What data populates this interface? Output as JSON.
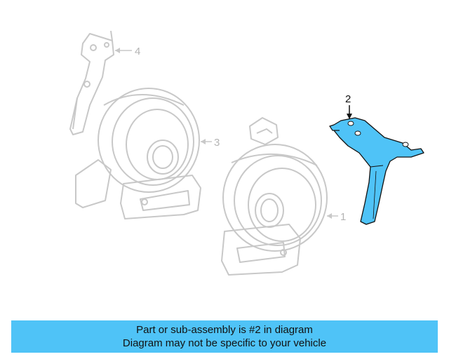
{
  "diagram": {
    "callouts": {
      "part1": "1",
      "part2": "2",
      "part3": "3",
      "part4": "4"
    },
    "highlight_color": "#4fc3f7",
    "faded_color": "#c8c8c8"
  },
  "footer": {
    "line1": "Part or sub-assembly is #2 in diagram",
    "line2": "Diagram may not be specific to your vehicle",
    "background": "#4fc3f7"
  }
}
